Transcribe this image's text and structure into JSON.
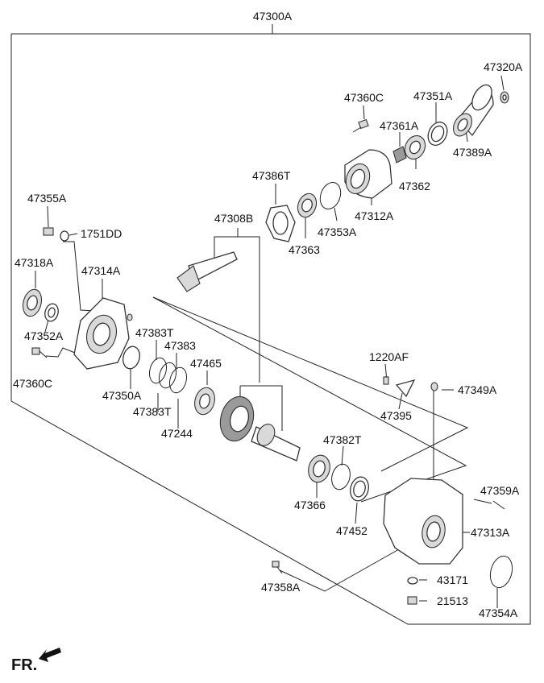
{
  "labels": {
    "p47300A": "47300A",
    "p47320A": "47320A",
    "p47360C_top": "47360C",
    "p47351A": "47351A",
    "p47361A": "47361A",
    "p47389A": "47389A",
    "p47386T": "47386T",
    "p47362": "47362",
    "p47312A": "47312A",
    "p47353A": "47353A",
    "p47363": "47363",
    "p47355A": "47355A",
    "p1751DD": "1751DD",
    "p47308B": "47308B",
    "p47318A": "47318A",
    "p47314A": "47314A",
    "p47352A": "47352A",
    "p47383T_top": "47383T",
    "p47383": "47383",
    "p47465": "47465",
    "p47360C_bottom": "47360C",
    "p47350A": "47350A",
    "p47383T_bottom": "47383T",
    "p47244": "47244",
    "p1220AF": "1220AF",
    "p47349A": "47349A",
    "p47395": "47395",
    "p47382T": "47382T",
    "p47366": "47366",
    "p47452": "47452",
    "p47359A": "47359A",
    "p47313A": "47313A",
    "p43171": "43171",
    "p21513": "21513",
    "p47358A": "47358A",
    "p47354A": "47354A"
  },
  "direction_indicator": {
    "label": "FR.",
    "icon": "front-arrow-icon"
  }
}
